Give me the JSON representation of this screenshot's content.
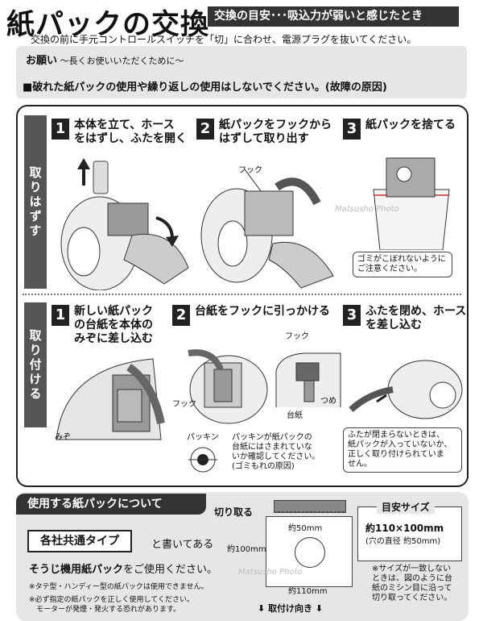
{
  "header": {
    "title": "紙パックの交換",
    "banner": "交換の目安･･･吸込力が弱いと感じたとき",
    "subline": "交換の前に手元コントロールスイッチを「切」に合わせ、電源プラグを抜いてください。"
  },
  "notice": {
    "label": "お願い",
    "label_suffix": "～長くお使いいただくために～",
    "text": "■破れた紙パックの使用や繰り返しの使用はしないでください。(故障の原因)"
  },
  "removal": {
    "side_label": "取りはずす",
    "steps": [
      {
        "num": "1",
        "text": "本体を立て、ホース\nをはずし、ふたを開く"
      },
      {
        "num": "2",
        "text": "紙パックをフックから\nはずして取り出す"
      },
      {
        "num": "3",
        "text": "紙パックを捨てる"
      }
    ],
    "hook_label": "フック",
    "warning": "ゴミがこぼれないように\nご注意ください。"
  },
  "install": {
    "side_label": "取り付ける",
    "steps": [
      {
        "num": "1",
        "text": "新しい紙パック\nの台紙を本体の\nみぞに差し込む"
      },
      {
        "num": "2",
        "text": "台紙をフックに引っかける"
      },
      {
        "num": "3",
        "text": "ふたを閉め、ホース\nを差し込む"
      }
    ],
    "groove_label": "みぞ",
    "hook_label_a": "フック",
    "hook_label_b": "フック",
    "claw_label": "つめ",
    "board_label": "台紙",
    "packing_label": "パッキン",
    "packing_note": "パッキンが紙パックの\n台紙にはさまれていな\nいか確認してください。\n(ゴミもれの原因)",
    "lid_note": "ふたが閉まらないときは、\n紙パックが入っていないか、\n正しく取り付けられていま\nせん。"
  },
  "paper": {
    "heading": "使用する紙パックについて",
    "type_label": "各社共通タイプ",
    "type_suffix": "と書いてある",
    "use_line_bold": "そうじ機用紙パック",
    "use_line_rest": "をご使用ください。",
    "note1": "※タテ型・ハンディー型の紙パックは使用できません。",
    "note2": "※必ず指定の紙パックを正しく使用してください。\n　モーターが発煙・発火する恐れがあります。",
    "cut_label": "切り取る",
    "height_label": "約100mm",
    "hole_label": "約50mm",
    "width_label": "約110mm",
    "direction_label": "取付け向き",
    "size_title": "目安サイズ",
    "size_value": "約110×100mm",
    "size_hole": "(穴の直径 約50mm)",
    "size_note": "※サイズが一致しない\nときは、図のように台\n紙のミシン目に沿って\n切り取ってください。"
  },
  "watermark": "Matsusho Photo"
}
